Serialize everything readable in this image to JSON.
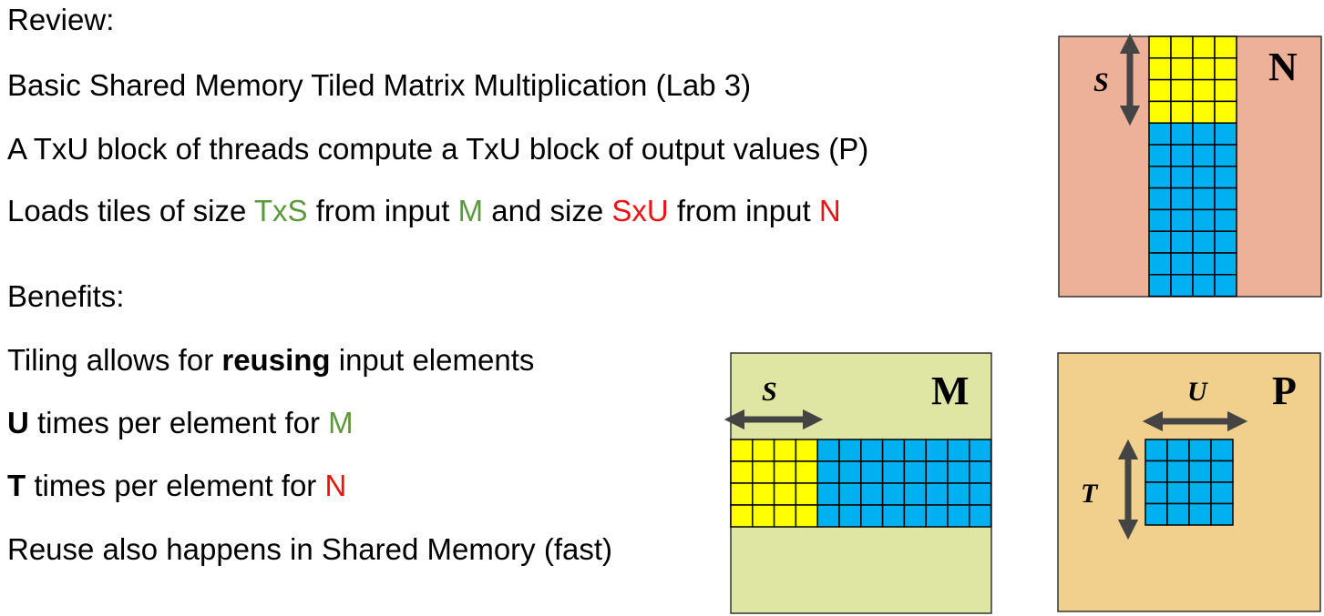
{
  "text": {
    "review": "Review:",
    "title": "Basic Shared Memory Tiled Matrix Multiplication (Lab 3)",
    "line1": "A TxU block of threads compute a TxU block of output values (P)",
    "line2_a": "Loads tiles of size ",
    "line2_txs": "TxS",
    "line2_b": " from input ",
    "line2_m": "M",
    "line2_c": " and size ",
    "line2_sxu": "SxU",
    "line2_d": " from input ",
    "line2_n": "N",
    "benefits": "Benefits:",
    "tiling_a": "Tiling allows for ",
    "tiling_bold": "reusing",
    "tiling_b": " input elements",
    "u_bold": "U",
    "u_text": " times per element for ",
    "u_m": "M",
    "t_bold": "T",
    "t_text": " times per element for ",
    "t_n": "N",
    "reuse": "Reuse also happens in Shared Memory (fast)"
  },
  "diagram": {
    "matrix_n": {
      "label": "N",
      "dim_label": "S"
    },
    "matrix_m": {
      "label": "M",
      "dim_label": "S"
    },
    "matrix_p": {
      "label": "P",
      "dim_label_h": "U",
      "dim_label_v": "T"
    }
  },
  "colors": {
    "tile_yellow": "#ffff00",
    "tile_blue": "#00b0f0",
    "n_bg": "#edb19a",
    "m_bg": "#dfe6a4",
    "p_bg": "#f0d08c",
    "green_text": "#5b9a3a",
    "red_text": "#ee1111",
    "arrow": "#444444"
  }
}
